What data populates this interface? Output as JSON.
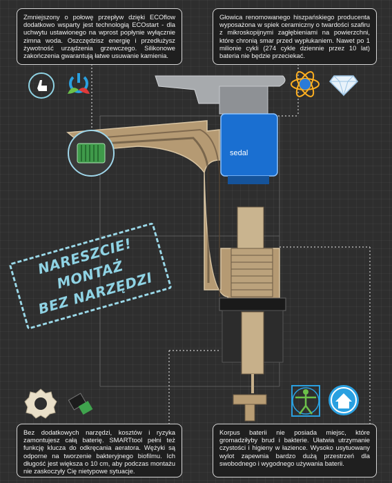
{
  "boxes": {
    "top_left": "Zmniejszony o połowę przepływ dzięki ECOflow dodatkowo wsparty jest technologią ECOstart - dla uchwytu ustawionego na wprost popłynie wyłącznie zimna woda. Oszczędzisz energię i przedłużysz żywotność urządzenia grzewczego. Silikonowe zakończenia gwarantują łatwe usuwanie kamienia.",
    "top_right": "Głowica renomowanego hiszpańskiego producenta wyposażona w spiek ceramiczny o twardości szafiru z mikroskopijnymi zagłębieniami na powierzchni, które chronią smar przed wypłukaniem. Nawet po 1 milionie cykli (274 cykle dziennie przez 10 lat) bateria nie będzie przeciekać.",
    "bottom_left": "Bez dodatkowych narzędzi, kosztów i ryzyka zamontujesz całą baterię. SMARTtool pełni też funkcję klucza do odkręcania aeratora. Wężyki są odporne na tworzenie bakteryjnego biofilmu. Ich długość jest większa o 10 cm, aby podczas montażu nie zaskoczyły Cię nietypowe sytuacje.",
    "bottom_right": "Korpus baterii nie posiada miejsc, które gromadziłyby brud i bakterie. Ułatwia utrzymanie czystości i higieny w łazience. Wysoko usytuowany wylot zapewnia bardzo dużą przestrzeń dla swobodnego i wygodnego używania baterii."
  },
  "badge": {
    "line1": "NARESZCIE!",
    "line2": "MONTAŻ",
    "line3": "BEZ NARZĘDZI"
  },
  "cartridge_brand": "sedal",
  "colors": {
    "background": "#2e2e2e",
    "box_bg": "#1f1f1f",
    "box_border": "#d8d8d8",
    "badge": "#8fd3e4",
    "cartridge": "#1a6fd1",
    "body_cut": "#b79c74"
  },
  "icons": [
    "touch-eco-icon",
    "power-leaf-icon",
    "atom-icon",
    "diamond-icon",
    "gear-nut-icon",
    "smart-tool-icon",
    "vitruvian-man-icon",
    "house-icon"
  ]
}
